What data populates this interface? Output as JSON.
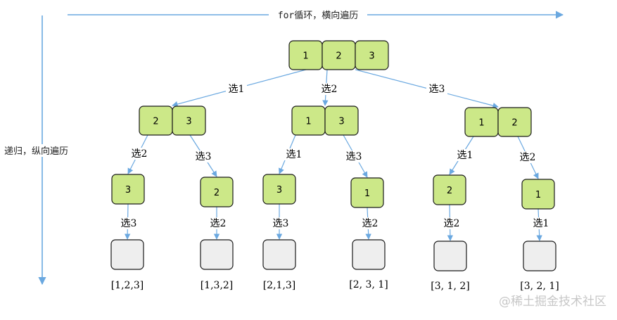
{
  "axes": {
    "horizontal_label": "for循环，横向遍历",
    "vertical_label": "递归，纵向遍历",
    "color": "#6aa8e0"
  },
  "colors": {
    "node_fill": "#cce888",
    "leaf_fill": "#eeeeee",
    "edge": "#6aa8e0"
  },
  "tree": {
    "root": [
      "1",
      "2",
      "3"
    ],
    "level1": [
      {
        "edge_label": "选1",
        "items": [
          "2",
          "3"
        ]
      },
      {
        "edge_label": "选2",
        "items": [
          "1",
          "3"
        ]
      },
      {
        "edge_label": "选3",
        "items": [
          "1",
          "2"
        ]
      }
    ],
    "level2": [
      {
        "edge_label": "选2",
        "items": [
          "3"
        ]
      },
      {
        "edge_label": "选3",
        "items": [
          "2"
        ]
      },
      {
        "edge_label": "选1",
        "items": [
          "3"
        ]
      },
      {
        "edge_label": "选3",
        "items": [
          "1"
        ]
      },
      {
        "edge_label": "选1",
        "items": [
          "2"
        ]
      },
      {
        "edge_label": "选2",
        "items": [
          "1"
        ]
      }
    ],
    "level3": [
      {
        "edge_label": "选3",
        "result": "[1,2,3]"
      },
      {
        "edge_label": "选2",
        "result": "[1,3,2]"
      },
      {
        "edge_label": "选3",
        "result": "[2,1,3]"
      },
      {
        "edge_label": "选2",
        "result": "[2, 3, 1]"
      },
      {
        "edge_label": "选2",
        "result": "[3, 1, 2]"
      },
      {
        "edge_label": "选1",
        "result": "[3, 2, 1]"
      }
    ]
  },
  "watermark": "@稀土掘金技术社区"
}
